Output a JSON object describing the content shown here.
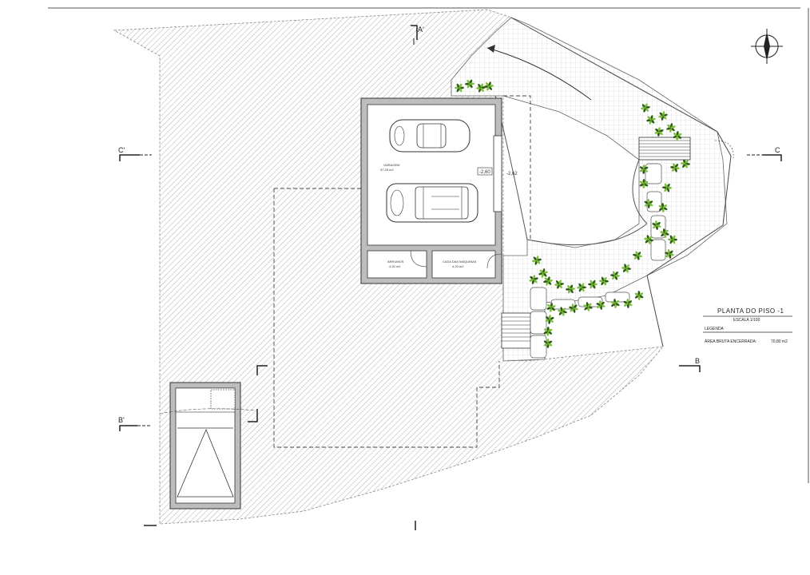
{
  "sections": {
    "a_prime": "A'",
    "c_prime": "C'",
    "c": "C",
    "b": "B",
    "b_prime": "B'"
  },
  "levels": {
    "garage_inner": "-2,60",
    "garage_outer": "-2,62"
  },
  "rooms": {
    "garage_name": "GARAGEM",
    "garage_area": "47,25 m2",
    "storage_name": "ARRUMOS",
    "storage_area": "4,20 m2",
    "machine_room_name": "CASA DAS MÁQUINAS",
    "machine_room_area": "4,20 m2"
  },
  "legend": {
    "title": "PLANTA DO PISO -1",
    "scale": "ESCALA  1/100",
    "legend_label": "LEGENDA",
    "area_label": "ÁREA BRUTA ENCERRADA:",
    "area_value": "70,80 m2"
  },
  "north_arrow_icon": "north-arrow-icon",
  "colors": {
    "line": "#333333",
    "hatch": "#8a8a8a",
    "plant": "#7cbf3a",
    "plant_dark": "#2f5a18"
  }
}
